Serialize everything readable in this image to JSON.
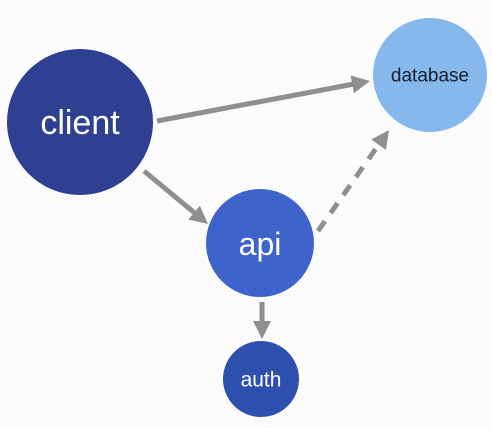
{
  "colors": {
    "background": "#fbfbfc",
    "edge": "#8d8f91"
  },
  "nodes": [
    {
      "id": "client",
      "label": "client",
      "fill": "#2f3f92",
      "text_color": "#ffffff"
    },
    {
      "id": "database",
      "label": "database",
      "fill": "#86b8ec",
      "text_color": "#1b1f2a"
    },
    {
      "id": "api",
      "label": "api",
      "fill": "#3e64cc",
      "text_color": "#ffffff"
    },
    {
      "id": "auth",
      "label": "auth",
      "fill": "#2d4fae",
      "text_color": "#ffffff"
    }
  ],
  "edges": [
    {
      "from": "client",
      "to": "database",
      "style": "solid"
    },
    {
      "from": "client",
      "to": "api",
      "style": "solid"
    },
    {
      "from": "api",
      "to": "database",
      "style": "dashed"
    },
    {
      "from": "api",
      "to": "auth",
      "style": "solid"
    }
  ]
}
